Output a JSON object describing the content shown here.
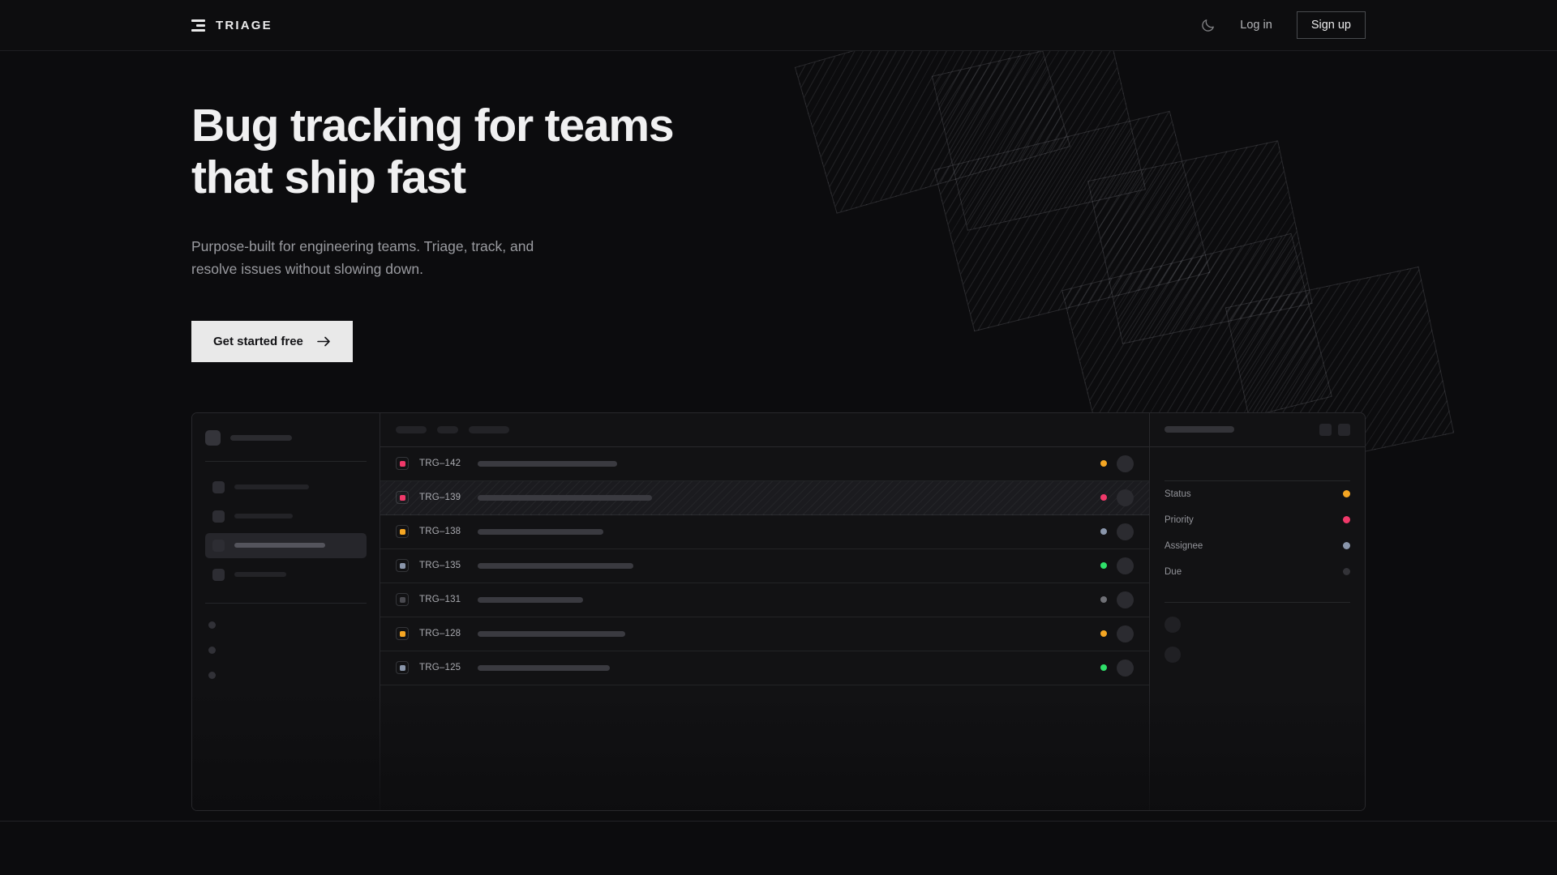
{
  "brand": {
    "name": "TRIAGE",
    "logo_icon": "stacked-bars-icon"
  },
  "nav": {
    "theme_toggle_icon": "moon-icon",
    "login_label": "Log in",
    "signup_label": "Sign up"
  },
  "hero": {
    "headline": "Bug tracking for teams that ship fast",
    "subheadline": "Purpose-built for engineering teams. Triage, track, and resolve issues without slowing down.",
    "cta_label": "Get started free",
    "cta_icon": "arrow-right-icon"
  },
  "colors": {
    "page_bg": "#0c0c0e",
    "panel_bg": "#121214",
    "accent_pink": "#f0396a",
    "accent_amber": "#f5a623",
    "accent_blue_gray": "#8a96ab",
    "accent_green": "#2fe06a",
    "accent_muted": "#4a4a50",
    "cta_bg": "#e9e9e9",
    "text_primary": "#f0f0f1",
    "text_secondary": "#9a9ba0"
  },
  "mockup": {
    "sidebar": {
      "header_label_width": 76,
      "nav_items": [
        {
          "label_width": 92,
          "active": false
        },
        {
          "label_width": 72,
          "active": false
        },
        {
          "label_width": 112,
          "active": true
        },
        {
          "label_width": 64,
          "active": false
        }
      ],
      "section_label": "",
      "chip_count": 3
    },
    "list": {
      "toolbar_chips": [
        38,
        26,
        50
      ],
      "rows": [
        {
          "id": "TRG–142",
          "priority_color": "#f0396a",
          "status_color": "#f5a623",
          "title_width": 172,
          "selected": false
        },
        {
          "id": "TRG–139",
          "priority_color": "#f0396a",
          "status_color": "#f0396a",
          "title_width": 215,
          "selected": true
        },
        {
          "id": "TRG–138",
          "priority_color": "#f5a623",
          "status_color": "#8a96ab",
          "title_width": 155,
          "selected": false
        },
        {
          "id": "TRG–135",
          "priority_color": "#8a96ab",
          "status_color": "#2fe06a",
          "title_width": 192,
          "selected": false
        },
        {
          "id": "TRG–131",
          "priority_color": "#4a4a50",
          "status_color": "#6f7076",
          "title_width": 130,
          "selected": false
        },
        {
          "id": "TRG–128",
          "priority_color": "#f5a623",
          "status_color": "#f5a623",
          "title_width": 182,
          "selected": false
        },
        {
          "id": "TRG–125",
          "priority_color": "#8a96ab",
          "status_color": "#2fe06a",
          "title_width": 163,
          "selected": false
        }
      ]
    },
    "detail": {
      "header_actions": [
        "detail-action-1",
        "detail-action-2"
      ],
      "body_lines": [
        232,
        168
      ],
      "meta": [
        {
          "label": "Status",
          "value_color": "#f5a623"
        },
        {
          "label": "Priority",
          "value_color": "#f0396a"
        },
        {
          "label": "Assignee",
          "value_color": "#8a96ab"
        },
        {
          "label": "Due",
          "value_color": "#333338"
        }
      ],
      "comment_avatars": 2
    }
  }
}
